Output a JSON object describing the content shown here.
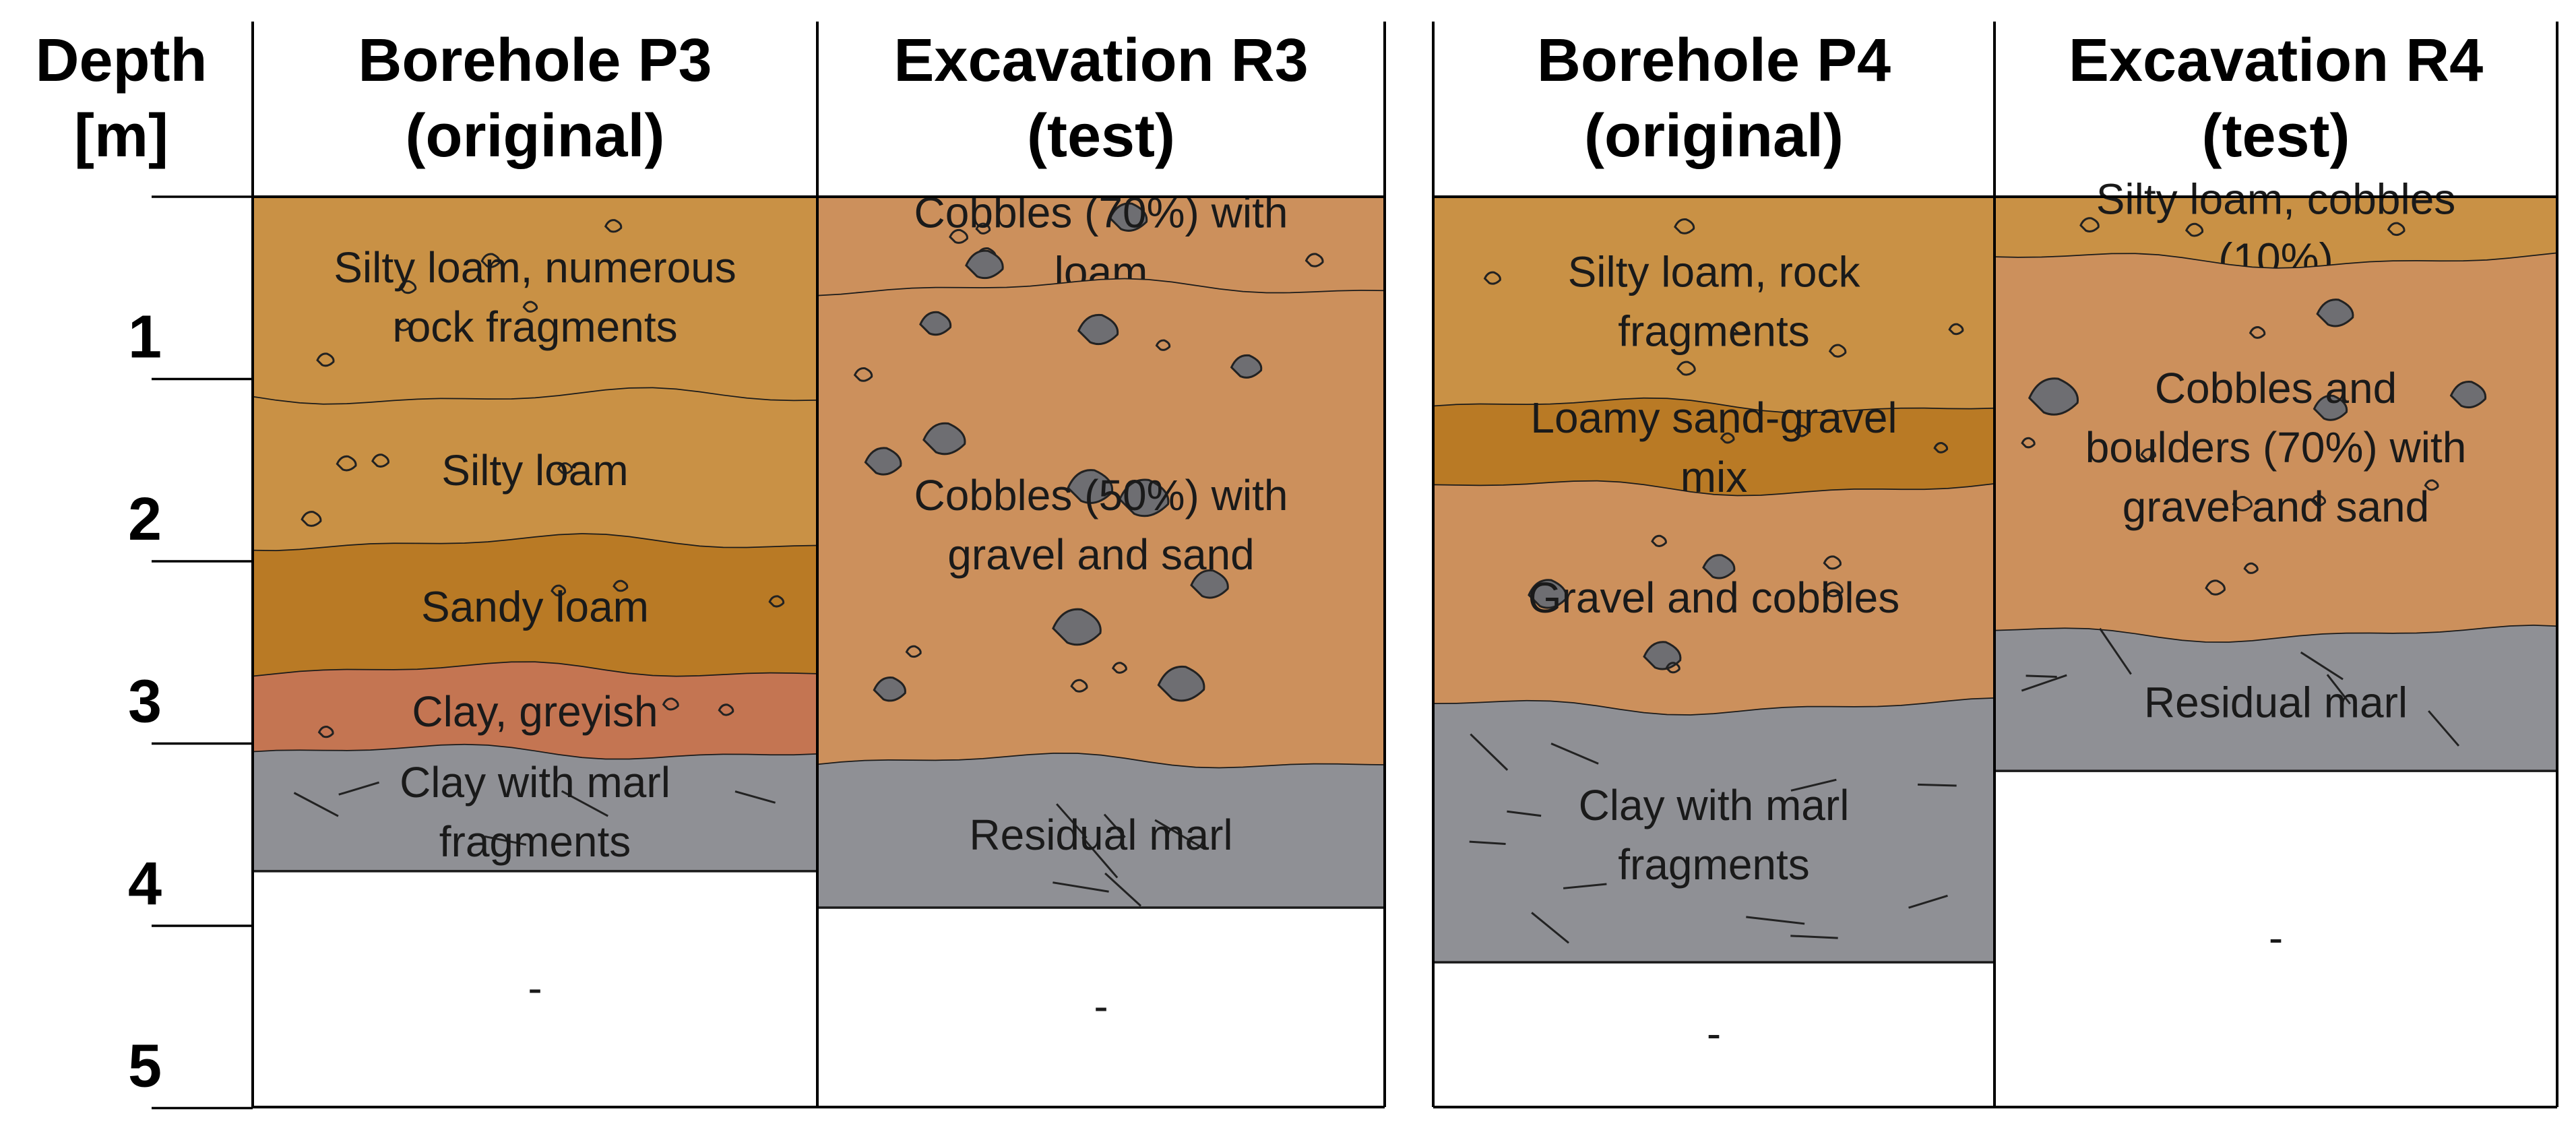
{
  "depth_header": [
    "Depth",
    "[m]"
  ],
  "depth_ticks": [
    "1",
    "2",
    "3",
    "4",
    "5"
  ],
  "colors": {
    "silty_loam": "#C99145",
    "sandy_loam": "#B97A25",
    "clay_greyish": "#C47552",
    "cobbles": "#CC905C",
    "marl": "#8F9095",
    "rock": "#6E6E72"
  },
  "columns": [
    {
      "id": "p3",
      "title": [
        "Borehole P3",
        "(original)"
      ],
      "layers": [
        {
          "top": 0.0,
          "bottom": 1.1,
          "fill": "silty_loam",
          "label": [
            "Silty loam, numerous",
            "rock fragments"
          ],
          "pattern": "fragments"
        },
        {
          "top": 1.1,
          "bottom": 1.9,
          "fill": "silty_loam",
          "label": [
            "Silty loam"
          ],
          "pattern": "fragments-sparse"
        },
        {
          "top": 1.9,
          "bottom": 2.6,
          "fill": "sandy_loam",
          "label": [
            "Sandy loam"
          ],
          "pattern": "fragments-sparse"
        },
        {
          "top": 2.6,
          "bottom": 3.05,
          "fill": "clay_greyish",
          "label": [
            "Clay, greyish"
          ],
          "pattern": "fragments-sparse"
        },
        {
          "top": 3.05,
          "bottom": 3.7,
          "fill": "marl",
          "label": [
            "Clay with marl",
            "fragments"
          ],
          "pattern": "marl"
        }
      ],
      "below": "-"
    },
    {
      "id": "r3",
      "title": [
        "Excavation R3",
        "(test)"
      ],
      "layers": [
        {
          "top": 0.0,
          "bottom": 0.5,
          "fill": "cobbles",
          "label": [
            "Cobbles (70%) with",
            "loam"
          ],
          "pattern": "cobbles"
        },
        {
          "top": 0.5,
          "bottom": 3.1,
          "fill": "cobbles",
          "label": [
            "Cobbles (50%) with",
            "gravel and sand"
          ],
          "pattern": "cobbles"
        },
        {
          "top": 3.1,
          "bottom": 3.9,
          "fill": "marl",
          "label": [
            "Residual marl"
          ],
          "pattern": "marl"
        }
      ],
      "below": "-"
    },
    {
      "id": "p4",
      "title": [
        "Borehole P4",
        "(original)"
      ],
      "layers": [
        {
          "top": 0.0,
          "bottom": 1.15,
          "fill": "silty_loam",
          "label": [
            "Silty loam, rock",
            "fragments"
          ],
          "pattern": "fragments"
        },
        {
          "top": 1.15,
          "bottom": 1.6,
          "fill": "sandy_loam",
          "label": [
            "Loamy sand-gravel",
            "mix"
          ],
          "pattern": "fragments-sparse"
        },
        {
          "top": 1.6,
          "bottom": 2.8,
          "fill": "cobbles",
          "label": [
            "Gravel and cobbles"
          ],
          "pattern": "cobbles"
        },
        {
          "top": 2.8,
          "bottom": 4.2,
          "fill": "marl",
          "label": [
            "Clay with marl",
            "fragments"
          ],
          "pattern": "marl"
        }
      ],
      "below": "-"
    },
    {
      "id": "r4",
      "title": [
        "Excavation R4",
        "(test)"
      ],
      "layers": [
        {
          "top": 0.0,
          "bottom": 0.35,
          "fill": "silty_loam",
          "label": [
            "Silty loam, cobbles",
            "(10%)"
          ],
          "pattern": "fragments-sparse"
        },
        {
          "top": 0.35,
          "bottom": 2.4,
          "fill": "cobbles",
          "label": [
            "Cobbles and",
            "boulders (70%) with",
            "gravel and sand"
          ],
          "pattern": "cobbles"
        },
        {
          "top": 2.4,
          "bottom": 3.15,
          "fill": "marl",
          "label": [
            "Residual marl"
          ],
          "pattern": "marl"
        }
      ],
      "below": "-"
    }
  ]
}
